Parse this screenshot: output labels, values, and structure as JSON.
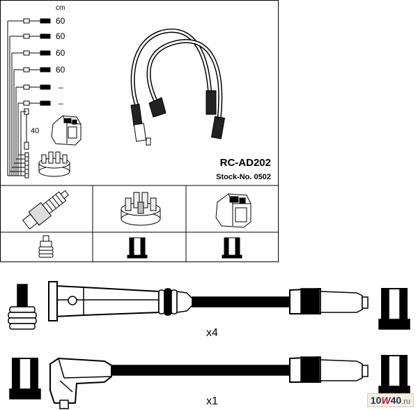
{
  "header": {
    "unit": "cm",
    "lengths": [
      "60",
      "60",
      "60",
      "60",
      "–",
      "–"
    ],
    "coil_length": "40",
    "model": "RC-AD202",
    "stock_no": "Stock-No. 0502"
  },
  "parts": [
    {
      "name": "spark-plug"
    },
    {
      "name": "distributor-cap"
    },
    {
      "name": "ignition-coil"
    }
  ],
  "cables": {
    "top_count": "x4",
    "bottom_count": "x1"
  },
  "watermark": {
    "part1": "10",
    "part2": "W",
    "part3": "40",
    "part4": ".ru"
  }
}
